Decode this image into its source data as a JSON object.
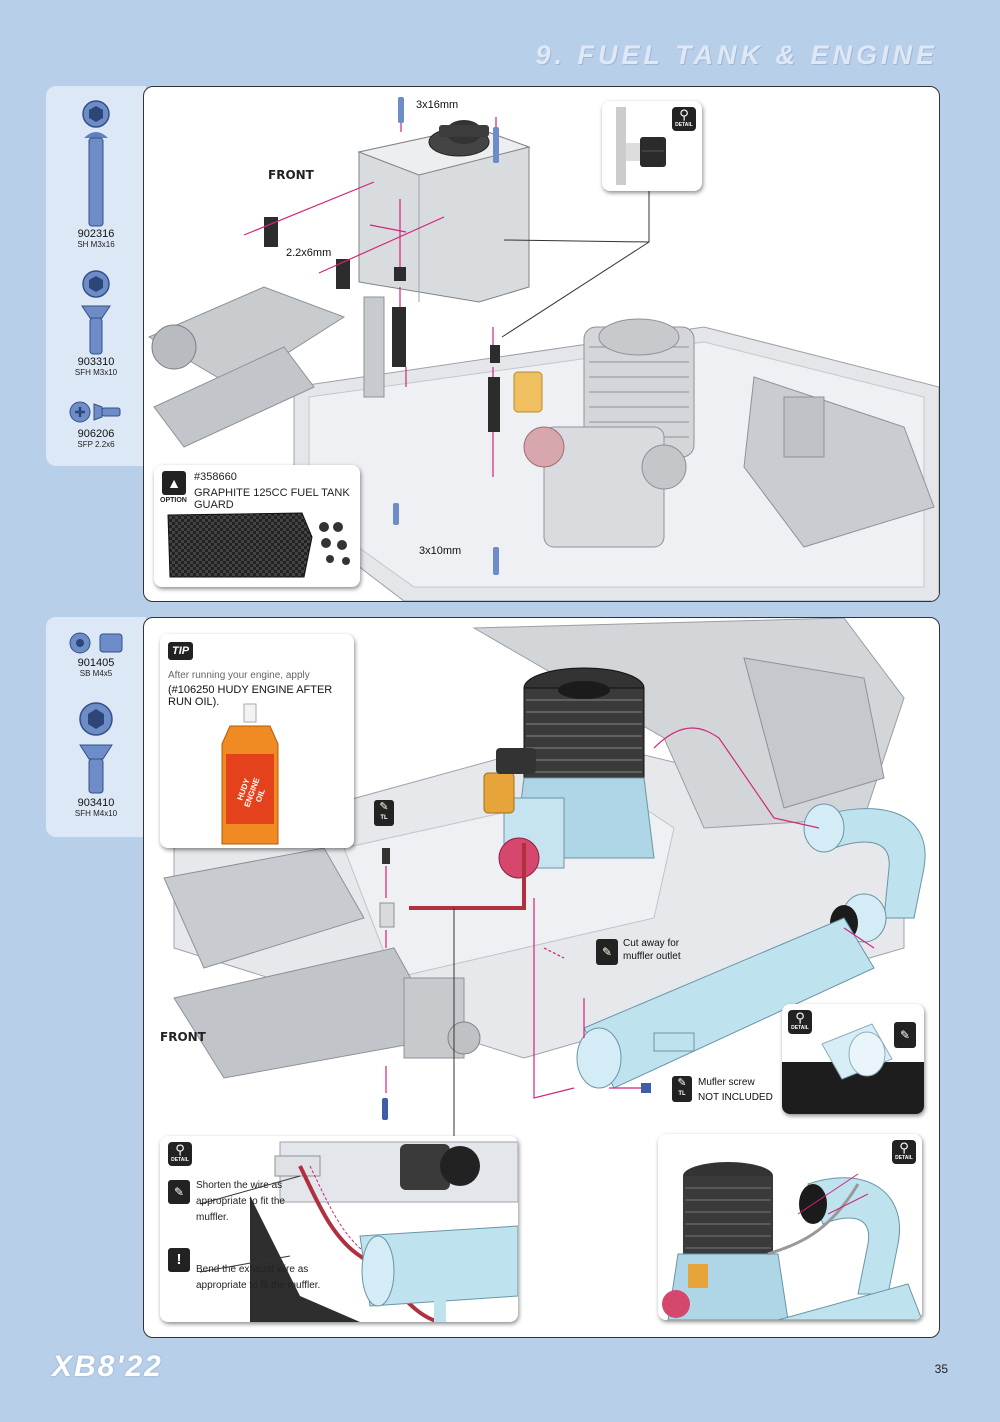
{
  "header": {
    "title": "9. FUEL TANK & ENGINE"
  },
  "sidebar1": {
    "parts": [
      {
        "number": "902316",
        "desc": "SH M3x16"
      },
      {
        "number": "903310",
        "desc": "SFH M3x10"
      },
      {
        "number": "906206",
        "desc": "SFP 2.2x6"
      }
    ]
  },
  "sidebar2": {
    "parts": [
      {
        "number": "901405",
        "desc": "SB M4x5"
      },
      {
        "number": "903410",
        "desc": "SFH M4x10"
      }
    ]
  },
  "panel1": {
    "front_label": "FRONT",
    "screw_top_label": "3x16mm",
    "screw_side_label": "2.2x6mm",
    "screw_bottom_label": "3x10mm",
    "detail_badge": "DETAIL",
    "option": {
      "badge": "OPTION",
      "code": "#358660",
      "title": "GRAPHITE 125CC FUEL TANK GUARD"
    }
  },
  "panel2": {
    "front_label": "FRONT",
    "tip": {
      "badge": "TIP",
      "line1": "After running your engine, apply",
      "line2": "(#106250 HUDY ENGINE AFTER RUN OIL).",
      "bottle_text": "HUDY ENGINE OIL"
    },
    "tl_label": "TL",
    "cut_away_line1": "Cut away for",
    "cut_away_line2": "muffler outlet",
    "muffler_screw_line1": "Mufler screw",
    "muffler_screw_line2": "NOT INCLUDED",
    "detail_badge": "DETAIL",
    "wire_note1_l1": "Shorten the wire as",
    "wire_note1_l2": "appropriate to fit the",
    "wire_note1_l3": "muffler.",
    "wire_note2_l1": "Bend the exhaust wire as",
    "wire_note2_l2": "appropriate to fit the muffler."
  },
  "footer": {
    "logo": "XB8'22",
    "page_number": "35"
  }
}
